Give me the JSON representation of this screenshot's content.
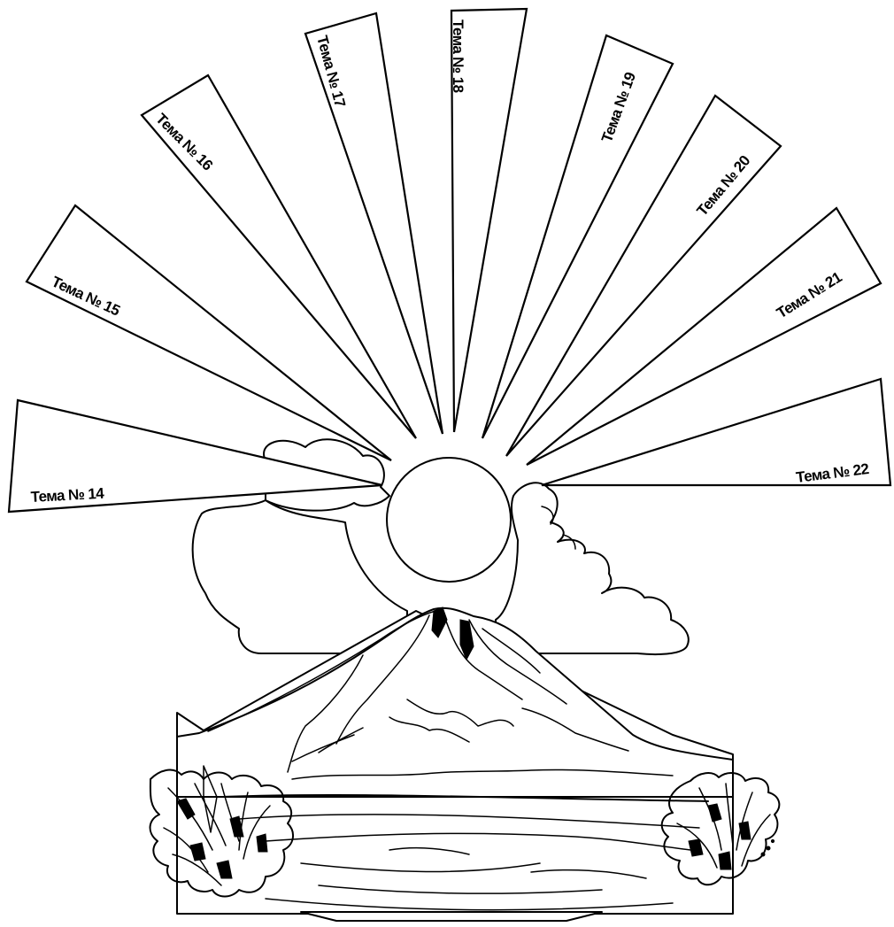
{
  "rays": [
    {
      "id": "14",
      "label": "Тема № 14"
    },
    {
      "id": "15",
      "label": "Тема № 15"
    },
    {
      "id": "16",
      "label": "Тема № 16"
    },
    {
      "id": "17",
      "label": "Тема № 17"
    },
    {
      "id": "18",
      "label": "Тема № 18"
    },
    {
      "id": "19",
      "label": "Тема № 19"
    },
    {
      "id": "20",
      "label": "Тема № 20"
    },
    {
      "id": "21",
      "label": "Тема № 21"
    },
    {
      "id": "22",
      "label": "Тема № 22"
    }
  ]
}
